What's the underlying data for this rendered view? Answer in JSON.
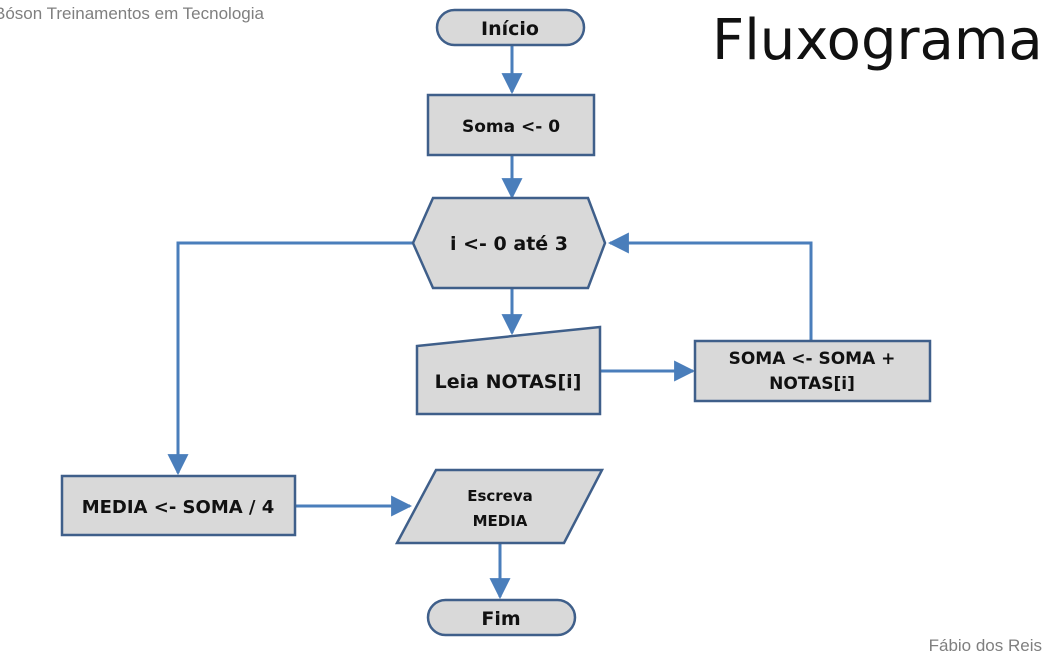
{
  "header": {
    "brand": "Bóson Treinamentos em Tecnologia",
    "title": "Fluxograma"
  },
  "footer": {
    "author": "Fábio dos Reis"
  },
  "flowchart": {
    "start": "Início",
    "init": "Soma <- 0",
    "loop": "i <- 0 até 3",
    "read": "Leia NOTAS[i]",
    "accumulate_line1": "SOMA <- SOMA +",
    "accumulate_line2": "NOTAS[i]",
    "average": "MEDIA <- SOMA / 4",
    "output_line1": "Escreva",
    "output_line2": "MEDIA",
    "end": "Fim"
  },
  "colors": {
    "shape_fill": "#d9d9d9",
    "shape_stroke": "#3f5f8a",
    "connector": "#4a7ebb"
  }
}
